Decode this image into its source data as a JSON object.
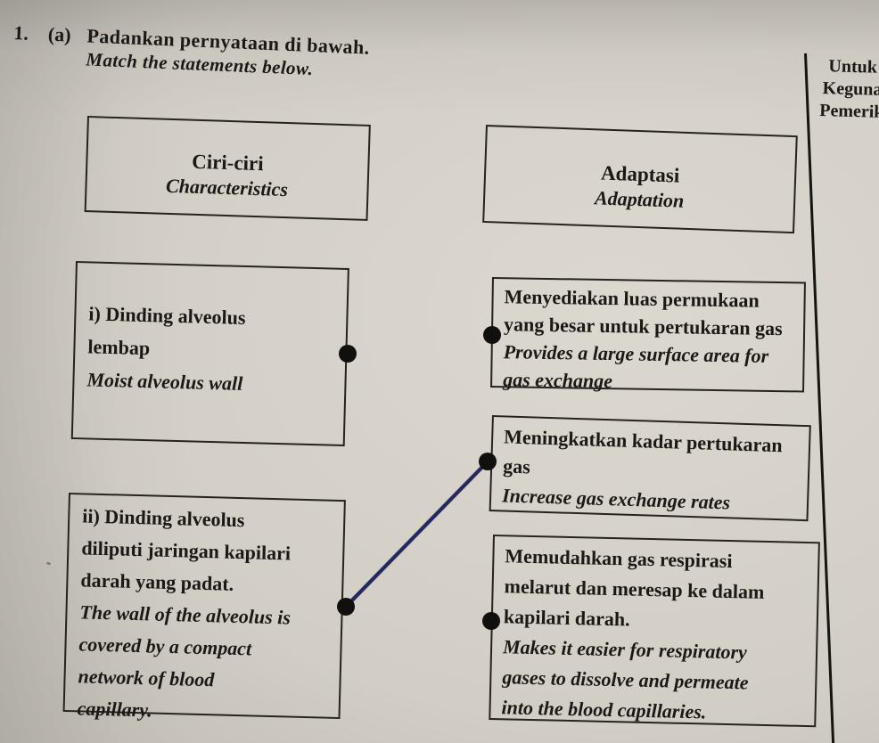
{
  "page": {
    "question_number": "1.",
    "question_part": "(a)",
    "instruction_my": "Padankan pernyataan di bawah.",
    "instruction_en": "Match the statements below.",
    "examiner_note": "Untuk\nKeguna\nPemerik"
  },
  "left_header": {
    "my": "Ciri-ciri",
    "en": "Characteristics"
  },
  "right_header": {
    "my": "Adaptasi",
    "en": "Adaptation"
  },
  "statements": [
    {
      "id": "i",
      "my": "i) Dinding alveolus\nlembap",
      "en": "Moist alveolus wall"
    },
    {
      "id": "ii",
      "my": "ii) Dinding alveolus\ndiliputi jaringan kapilari\ndarah yang padat.",
      "en": "The wall of the alveolus is\ncovered by a compact\nnetwork of blood\ncapillary."
    }
  ],
  "adaptations": [
    {
      "my": "Menyediakan luas permukaan\nyang besar untuk pertukaran gas",
      "en": "Provides a large surface area for\ngas exchange"
    },
    {
      "my": "Meningkatkan kadar pertukaran\ngas",
      "en": "Increase gas exchange rates"
    },
    {
      "my": "Memudahkan gas respirasi\nmelarut dan meresap ke dalam\nkapilari darah.",
      "en": "Makes it easier for respiratory\ngases to dissolve and permeate\ninto the blood capillaries."
    }
  ],
  "annotation": {
    "drawn_line": {
      "from": "statement-ii-anchor",
      "to": "adaptation-2-anchor",
      "color": "#24285f"
    }
  },
  "colors": {
    "paper": "#d2cec6",
    "ink": "#1b1916",
    "box_border": "#26231f",
    "pen_blue": "#24285f"
  }
}
